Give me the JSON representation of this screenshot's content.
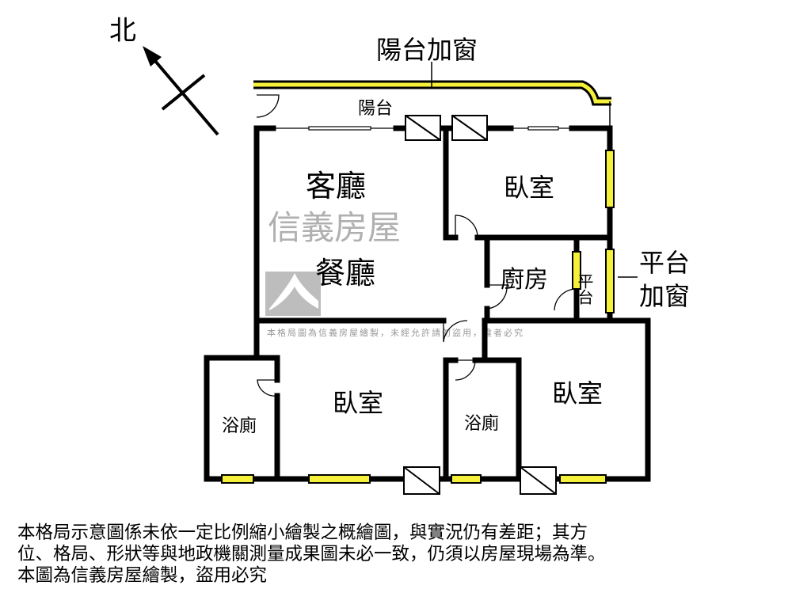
{
  "compass": {
    "label": "北"
  },
  "labels": {
    "balcony_window": "陽台加窗",
    "balcony": "陽台",
    "living_room": "客廳",
    "dining_room": "餐廳",
    "bedroom_ne": "臥室",
    "kitchen": "廚房",
    "platform": "平台",
    "platform_window_1": "平台",
    "platform_window_2": "加窗",
    "bedroom_sw": "臥室",
    "bathroom_w": "浴廁",
    "bathroom_e": "浴廁",
    "bedroom_se": "臥室"
  },
  "watermark": {
    "brand": "信義房屋",
    "notice": "本格局圖為信義房屋繪製，未經允許請勿盜用，違者必究"
  },
  "disclaimer": {
    "lines": [
      "本格局示意圖係未依一定比例縮小繪製之概繪圖，與實況仍有差距；其方",
      "位、格局、形狀等與地政機關測量成果圖未必一致，仍須以房屋現場為準。",
      "本圖為信義房屋繪製，盜用必究"
    ]
  },
  "colors": {
    "wall": "#000000",
    "window": "#f5f03a",
    "watermark": "#a8a8a8"
  }
}
